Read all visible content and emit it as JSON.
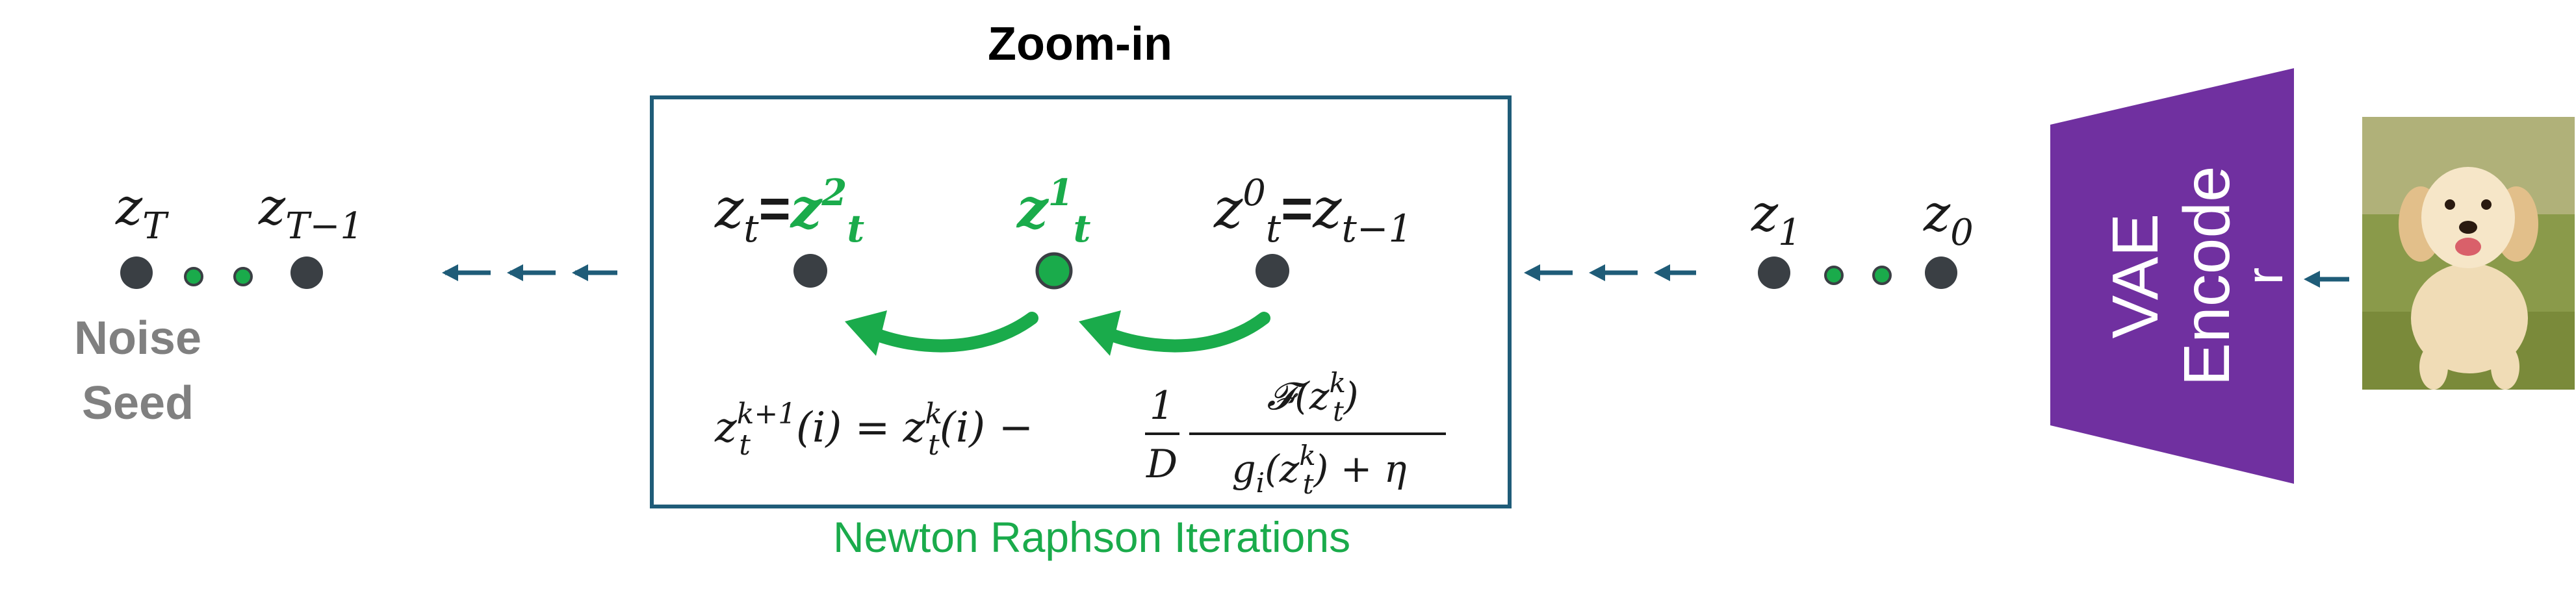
{
  "colors": {
    "accent_green": "#1aab4b",
    "dark_node": "#3a3f44",
    "box_border": "#1f5c78",
    "arrow_blue": "#1f5c78",
    "encoder_purple": "#7030a0",
    "gray_text": "#808080"
  },
  "left": {
    "zT": "z",
    "zT_sub": "T",
    "zT1": "z",
    "zT1_sub": "T−1",
    "noise_line1": "Noise",
    "noise_line2": "Seed"
  },
  "zoom": {
    "title": "Zoom-in",
    "zt": "z",
    "zt_sub": "t",
    "eq1": "=",
    "z2_base": "z",
    "z2_sup": "2",
    "z2_sub": "t",
    "z1_base": "z",
    "z1_sup": "1",
    "z1_sub": "t",
    "z0_base": "z",
    "z0_sup": "0",
    "z0_sub": "t",
    "eq2": "=",
    "ztm1": "z",
    "ztm1_sub": "t−1",
    "caption": "Newton Raphson Iterations"
  },
  "formula": {
    "lhs_base": "z",
    "lhs_sup": "k+1",
    "lhs_sub": "t",
    "lhs_arg": "(i) = ",
    "rhs_base": "z",
    "rhs_sup": "k",
    "rhs_sub": "t",
    "rhs_arg": "(i) −",
    "frac1_num": "1",
    "frac1_den": "D",
    "frac2_num_pre": "𝓕(z",
    "frac2_num_sup": "k",
    "frac2_num_sub": "t",
    "frac2_num_post": ")",
    "frac2_den_pre": "g",
    "frac2_den_sub_i": "i",
    "frac2_den_mid": "(z",
    "frac2_den_sup": "k",
    "frac2_den_sub": "t",
    "frac2_den_post": ") + η"
  },
  "right": {
    "z1": "z",
    "z1_sub": "1",
    "z0": "z",
    "z0_sub": "0",
    "encoder_line1": "VAE",
    "encoder_line2": "Encode",
    "encoder_line3": "r"
  },
  "image": {
    "subject": "puppy-photo"
  }
}
